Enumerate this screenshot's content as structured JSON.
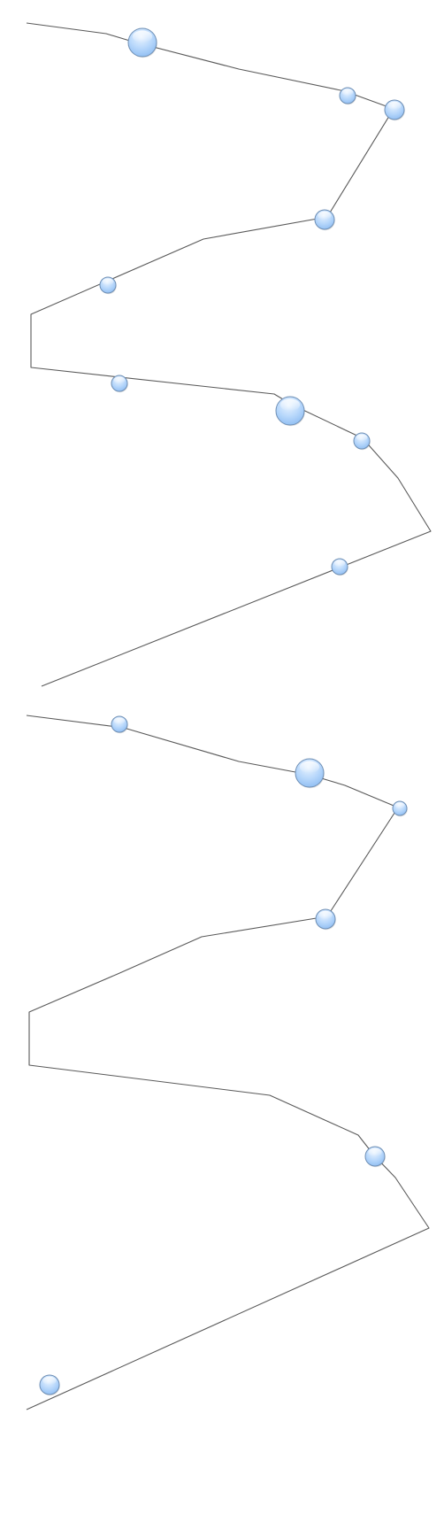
{
  "diagram": {
    "type": "timeline-path",
    "colors": {
      "background": "#ffffff",
      "path_stroke": "#5a5a5a",
      "node_fill_light": "#eaf4ff",
      "node_fill_mid": "#b7d7fb",
      "node_fill_dark": "#8dbcf2",
      "node_stroke": "#6f8fb4"
    },
    "panels": [
      {
        "name": "upper-path",
        "node_sizes": [
          "large",
          "small",
          "medium",
          "medium",
          "small",
          "small",
          "large",
          "small",
          "small"
        ]
      },
      {
        "name": "lower-path",
        "node_sizes": [
          "small",
          "large",
          "tiny",
          "medium",
          "medium",
          "medium"
        ]
      }
    ]
  }
}
